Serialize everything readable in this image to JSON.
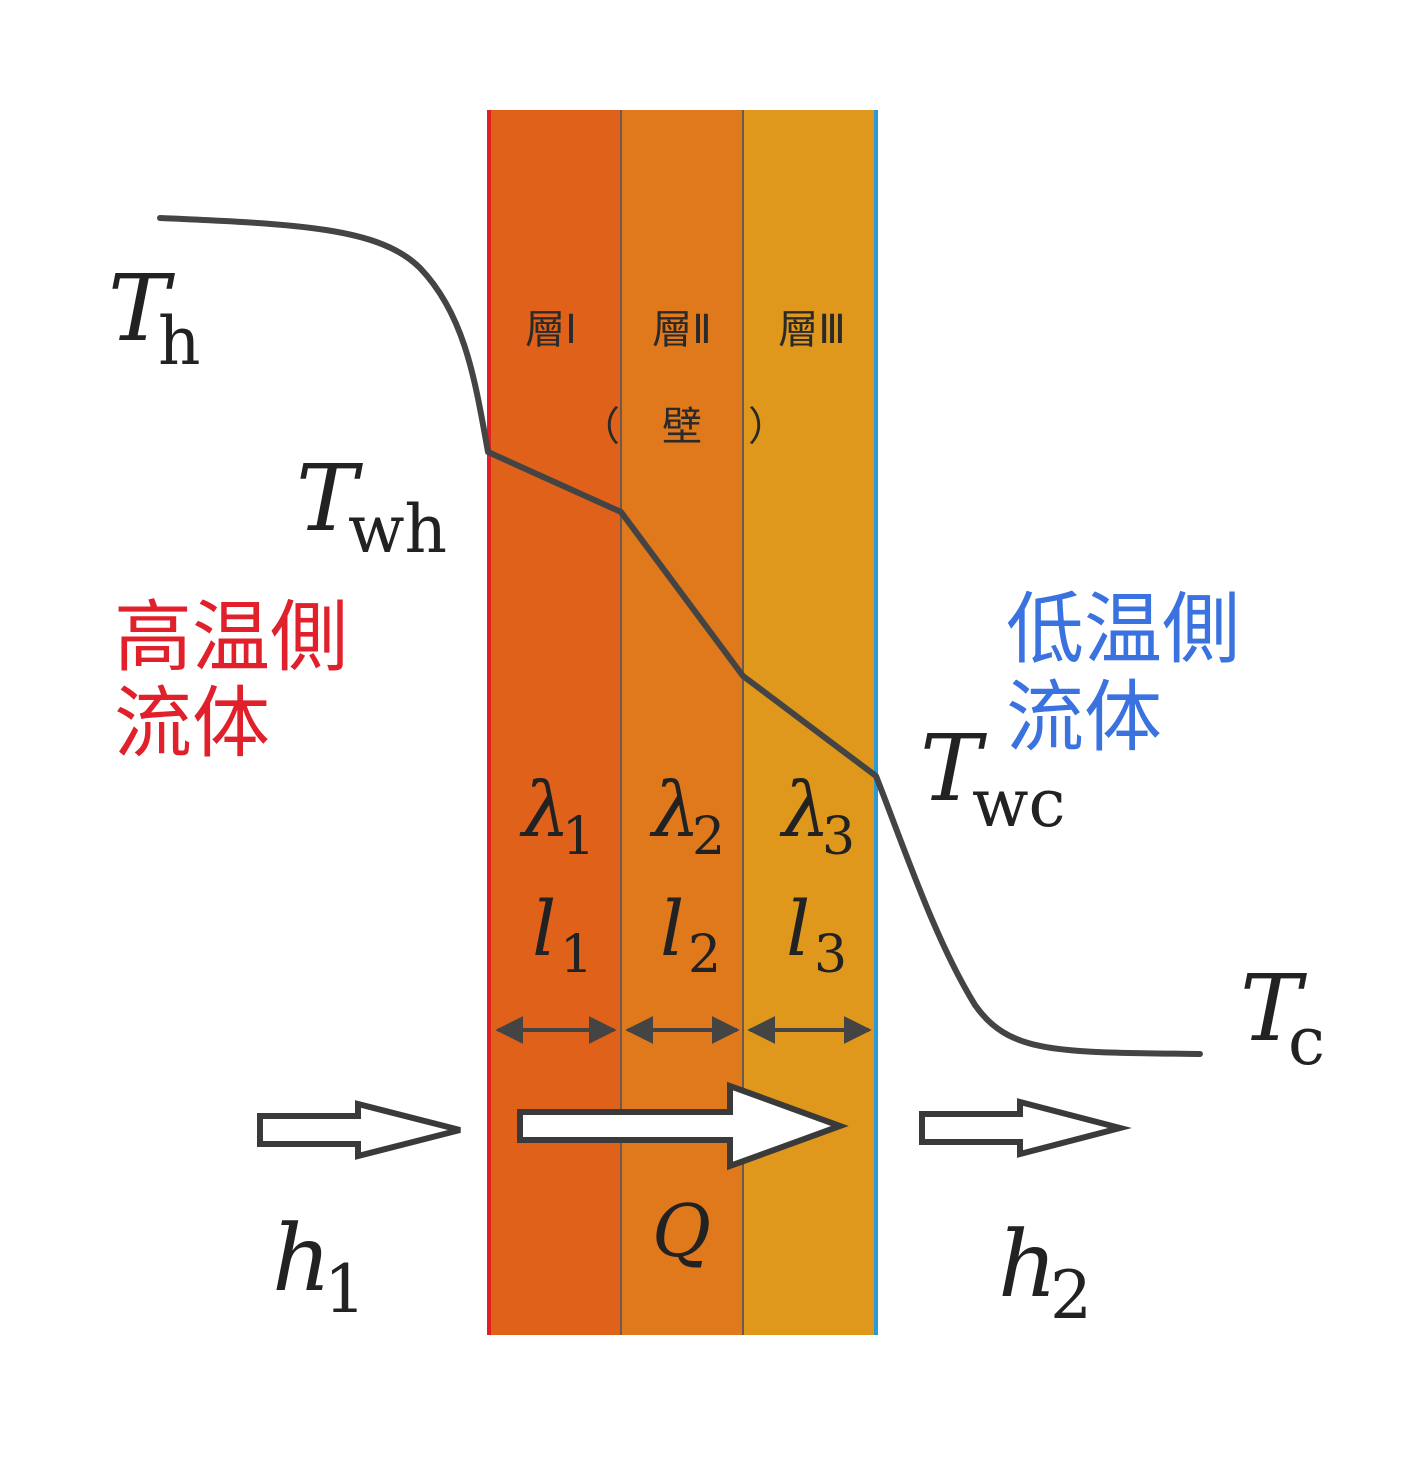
{
  "colors": {
    "layer1": "#e0621a",
    "layer2": "#e0781c",
    "layer3": "#df981c",
    "hot_edge": "#e02020",
    "cold_edge": "#2a9ad6",
    "hot_text": "#e0202a",
    "cold_text": "#3a72e0",
    "curve": "#444444"
  },
  "labels": {
    "T_h": {
      "main": "T",
      "sub": "h"
    },
    "T_wh": {
      "main": "T",
      "sub": "wh"
    },
    "T_wc": {
      "main": "T",
      "sub": "wc"
    },
    "T_c": {
      "main": "T",
      "sub": "c"
    },
    "h1": {
      "main": "h",
      "sub": "1"
    },
    "h2": {
      "main": "h",
      "sub": "2"
    },
    "Q": "Q"
  },
  "layers": [
    {
      "name": "層Ⅰ",
      "lambda": {
        "main": "λ",
        "sub": "1"
      },
      "l": {
        "main": "l",
        "sub": "1"
      }
    },
    {
      "name": "層Ⅱ",
      "lambda": {
        "main": "λ",
        "sub": "2"
      },
      "l": {
        "main": "l",
        "sub": "2"
      }
    },
    {
      "name": "層Ⅲ",
      "lambda": {
        "main": "λ",
        "sub": "3"
      },
      "l": {
        "main": "l",
        "sub": "3"
      }
    }
  ],
  "wall_label": {
    "open": "（",
    "text": "壁",
    "close": "）"
  },
  "hot_fluid": {
    "line1": "高温側",
    "line2": "流体"
  },
  "cold_fluid": {
    "line1": "低温側",
    "line2": "流体"
  }
}
